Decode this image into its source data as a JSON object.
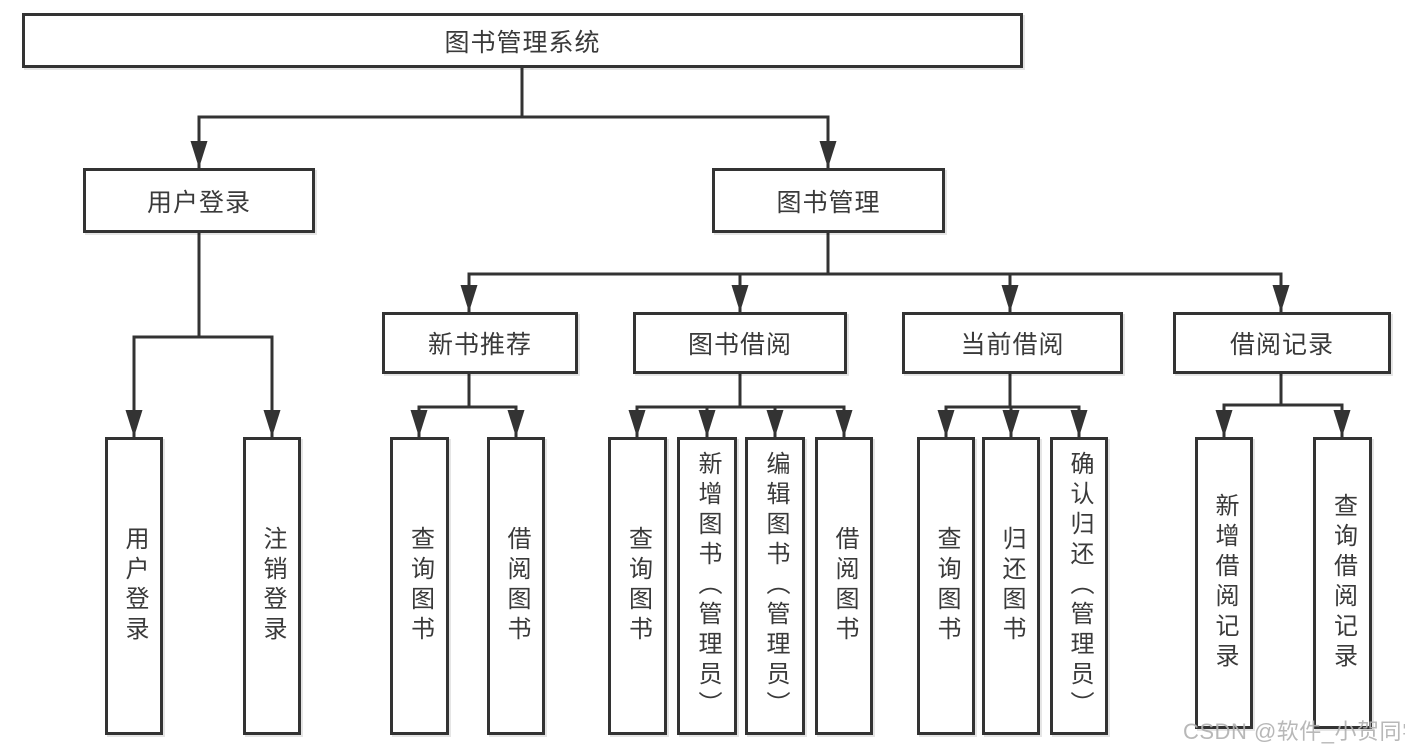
{
  "tree": {
    "root": {
      "label": "图书管理系统",
      "children": [
        {
          "label": "用户登录",
          "children": [
            {
              "label": "用户登录"
            },
            {
              "label": "注销登录"
            }
          ]
        },
        {
          "label": "图书管理",
          "children": [
            {
              "label": "新书推荐",
              "children": [
                {
                  "label": "查询图书"
                },
                {
                  "label": "借阅图书"
                }
              ]
            },
            {
              "label": "图书借阅",
              "children": [
                {
                  "label": "查询图书"
                },
                {
                  "label": "新增图书（管理员）"
                },
                {
                  "label": "编辑图书（管理员）"
                },
                {
                  "label": "借阅图书"
                }
              ]
            },
            {
              "label": "当前借阅",
              "children": [
                {
                  "label": "查询图书"
                },
                {
                  "label": "归还图书"
                },
                {
                  "label": "确认归还（管理员）"
                }
              ]
            },
            {
              "label": "借阅记录",
              "children": [
                {
                  "label": "新增借阅记录"
                },
                {
                  "label": "查询借阅记录"
                }
              ]
            }
          ]
        }
      ]
    }
  },
  "watermark": {
    "text": "CSDN @软件_小贺同学"
  },
  "colors": {
    "line": "#333333",
    "box_border": "#333333",
    "box_fill": "#ffffff",
    "text": "#3a3a3a",
    "watermark": "#b2b2b2",
    "background": "#ffffff"
  }
}
